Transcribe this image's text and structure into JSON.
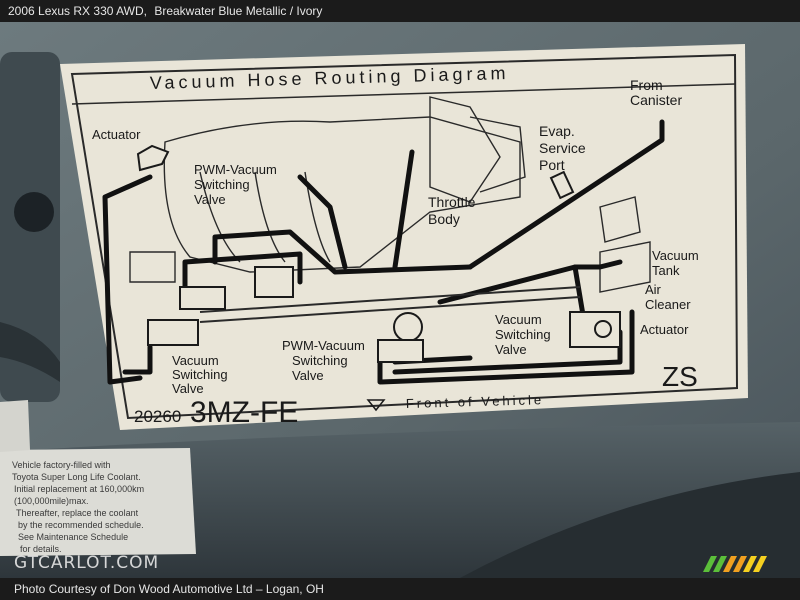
{
  "header": {
    "vehicle": "2006 Lexus RX 330 AWD,",
    "paint": "Breakwater Blue Metallic / Ivory"
  },
  "label": {
    "title": "Vacuum Hose Routing Diagram",
    "actuator_top_left": "Actuator",
    "pwm_valve_top": [
      "PWM-Vacuum",
      "Switching",
      "Valve"
    ],
    "throttle_body": [
      "Throttle",
      "Body"
    ],
    "evap_port": [
      "Evap.",
      "Service",
      "Port"
    ],
    "from_canister": [
      "From",
      "Canister"
    ],
    "vacuum_tank": [
      "Vacuum",
      "Tank"
    ],
    "air_cleaner": [
      "Air",
      "Cleaner"
    ],
    "actuator_right": "Actuator",
    "vacuum_valve_right": [
      "Vacuum",
      "Switching",
      "Valve"
    ],
    "pwm_valve_bottom": [
      "PWM-Vacuum",
      "Switching",
      "Valve"
    ],
    "vacuum_valve_left": [
      "Vacuum",
      "Switching",
      "Valve"
    ],
    "code": "20260",
    "engine": "3MZ-FE",
    "front_of_vehicle": "Front of Vehicle",
    "zs": "ZS"
  },
  "coolant_sticker": {
    "lines": [
      "Vehicle factory-filled with",
      "Toyota Super Long Life Coolant.",
      "Initial replacement at 160,000km",
      "(100,000mile)max.",
      "Thereafter, replace the coolant",
      "by the recommended schedule.",
      "See Maintenance Schedule",
      "for details."
    ]
  },
  "watermark": "GTCARLOT.COM",
  "footer": {
    "credit": "Photo Courtesy of Don Wood Automotive Ltd – Logan, OH"
  },
  "colors": {
    "panel": "#5f6b6f",
    "label_bg": "#e9e5d8",
    "ink": "#1a1a1a",
    "stripe_green": "#5bbf3a",
    "stripe_orange": "#f0a020",
    "stripe_yellow": "#f5d020"
  }
}
